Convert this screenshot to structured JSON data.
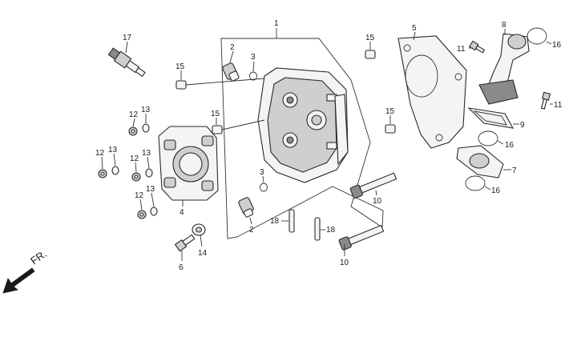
{
  "direction_label": "FR.",
  "callouts": [
    {
      "id": "c1",
      "text": "1"
    },
    {
      "id": "c2a",
      "text": "2"
    },
    {
      "id": "c3a",
      "text": "3"
    },
    {
      "id": "c15a",
      "text": "15"
    },
    {
      "id": "c17",
      "text": "17"
    },
    {
      "id": "c12a",
      "text": "12"
    },
    {
      "id": "c13a",
      "text": "13"
    },
    {
      "id": "c15b",
      "text": "15"
    },
    {
      "id": "c12b",
      "text": "12"
    },
    {
      "id": "c13b",
      "text": "13"
    },
    {
      "id": "c12c",
      "text": "12"
    },
    {
      "id": "c13c",
      "text": "13"
    },
    {
      "id": "c12d",
      "text": "12"
    },
    {
      "id": "c13d",
      "text": "13"
    },
    {
      "id": "c4",
      "text": "4"
    },
    {
      "id": "c3b",
      "text": "3"
    },
    {
      "id": "c2b",
      "text": "2"
    },
    {
      "id": "c18a",
      "text": "18"
    },
    {
      "id": "c18b",
      "text": "18"
    },
    {
      "id": "c14",
      "text": "14"
    },
    {
      "id": "c6",
      "text": "6"
    },
    {
      "id": "c10a",
      "text": "10"
    },
    {
      "id": "c10b",
      "text": "10"
    },
    {
      "id": "c15c",
      "text": "15"
    },
    {
      "id": "c15d",
      "text": "15"
    },
    {
      "id": "c5",
      "text": "5"
    },
    {
      "id": "c11a",
      "text": "11"
    },
    {
      "id": "c8",
      "text": "8"
    },
    {
      "id": "c16a",
      "text": "16"
    },
    {
      "id": "c11b",
      "text": "11"
    },
    {
      "id": "c9",
      "text": "9"
    },
    {
      "id": "c16b",
      "text": "16"
    },
    {
      "id": "c7",
      "text": "7"
    },
    {
      "id": "c16c",
      "text": "16"
    }
  ]
}
